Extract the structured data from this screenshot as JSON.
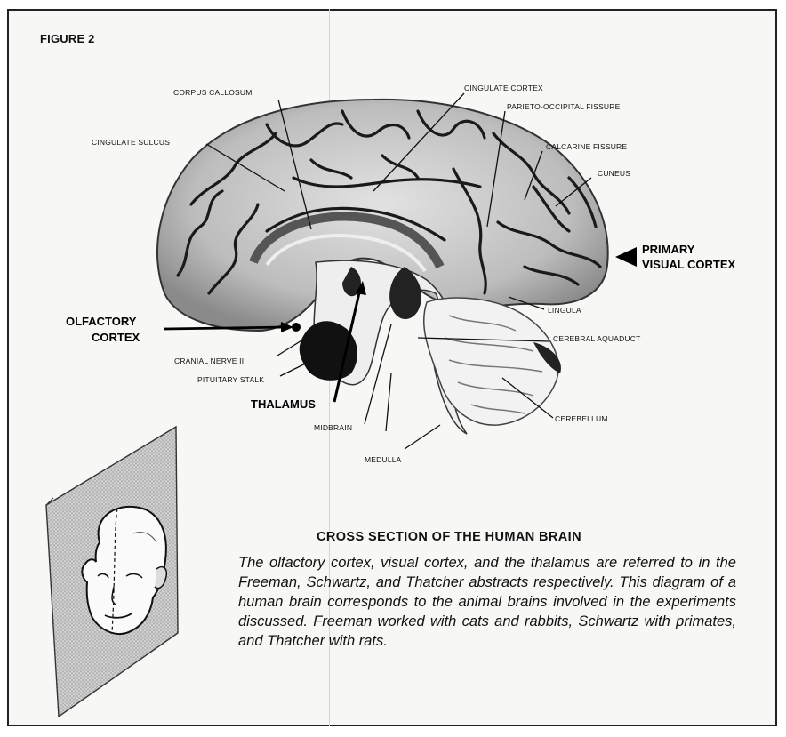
{
  "figure_label": "FIGURE 2",
  "labels": {
    "corpus_callosum": "CORPUS CALLOSUM",
    "cingulate_cortex": "CINGULATE CORTEX",
    "parieto_occipital_fissure": "PARIETO-OCCIPITAL FISSURE",
    "cingulate_sulcus": "CINGULATE SULCUS",
    "calcarine_fissure": "CALCARINE FISSURE",
    "cuneus": "CUNEUS",
    "primary_visual_cortex_line1": "PRIMARY",
    "primary_visual_cortex_line2": "VISUAL CORTEX",
    "olfactory_cortex_line1": "OLFACTORY",
    "olfactory_cortex_line2": "CORTEX",
    "lingula": "LINGULA",
    "cerebral_aquaduct": "CEREBRAL AQUADUCT",
    "cranial_nerve_ii": "CRANIAL NERVE II",
    "pituitary_stalk": "PITUITARY STALK",
    "thalamus": "THALAMUS",
    "midbrain": "MIDBRAIN",
    "cerebellum": "CEREBELLUM",
    "medulla": "MEDULLA"
  },
  "caption": {
    "title": "CROSS SECTION OF THE HUMAN BRAIN",
    "body": "The olfactory cortex, visual cortex, and the thalamus are referred to in the Freeman, Schwartz, and Thatcher abstracts respectively. This diagram of a human brain corresponds to the animal brains involved in the experiments discussed. Freeman worked with cats and rabbits, Schwartz with primates, and Thatcher with rats."
  }
}
